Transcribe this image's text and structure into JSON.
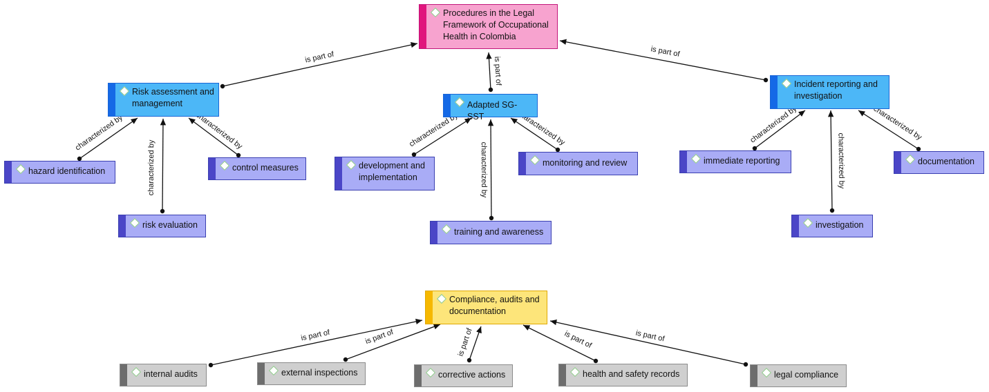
{
  "nodes": {
    "root": "Procedures in the Legal Framework of Occupational Health in Colombia",
    "risk": "Risk assessment and management",
    "sgsst": "Adapted SG-SST",
    "incident": "Incident reporting and investigation",
    "hazard": "hazard identification",
    "riskeval": "risk evaluation",
    "control": "control measures",
    "devimpl": "development and implementation",
    "training": "training and awareness",
    "monitoring": "monitoring and review",
    "immediate": "immediate reporting",
    "investigation": "investigation",
    "documentation": "documentation",
    "compliance": "Compliance, audits and documentation",
    "internal": "internal audits",
    "external": "external inspections",
    "corrective": "corrective actions",
    "hsrecords": "health and safety records",
    "legal": "legal compliance"
  },
  "relations": {
    "is_part_of": "is part of",
    "characterized_by": "characterized by"
  },
  "edges": [
    {
      "from": "risk",
      "to": "root",
      "rel": "is_part_of"
    },
    {
      "from": "sgsst",
      "to": "root",
      "rel": "is_part_of"
    },
    {
      "from": "incident",
      "to": "root",
      "rel": "is_part_of"
    },
    {
      "from": "hazard",
      "to": "risk",
      "rel": "characterized_by"
    },
    {
      "from": "riskeval",
      "to": "risk",
      "rel": "characterized_by"
    },
    {
      "from": "control",
      "to": "risk",
      "rel": "characterized_by"
    },
    {
      "from": "devimpl",
      "to": "sgsst",
      "rel": "characterized_by"
    },
    {
      "from": "training",
      "to": "sgsst",
      "rel": "characterized_by"
    },
    {
      "from": "monitoring",
      "to": "sgsst",
      "rel": "characterized_by"
    },
    {
      "from": "immediate",
      "to": "incident",
      "rel": "characterized_by"
    },
    {
      "from": "investigation",
      "to": "incident",
      "rel": "characterized_by"
    },
    {
      "from": "documentation",
      "to": "incident",
      "rel": "characterized_by"
    },
    {
      "from": "internal",
      "to": "compliance",
      "rel": "is_part_of"
    },
    {
      "from": "external",
      "to": "compliance",
      "rel": "is_part_of"
    },
    {
      "from": "corrective",
      "to": "compliance",
      "rel": "is_part_of"
    },
    {
      "from": "hsrecords",
      "to": "compliance",
      "rel": "is_part_of"
    },
    {
      "from": "legal",
      "to": "compliance",
      "rel": "is_part_of"
    }
  ]
}
